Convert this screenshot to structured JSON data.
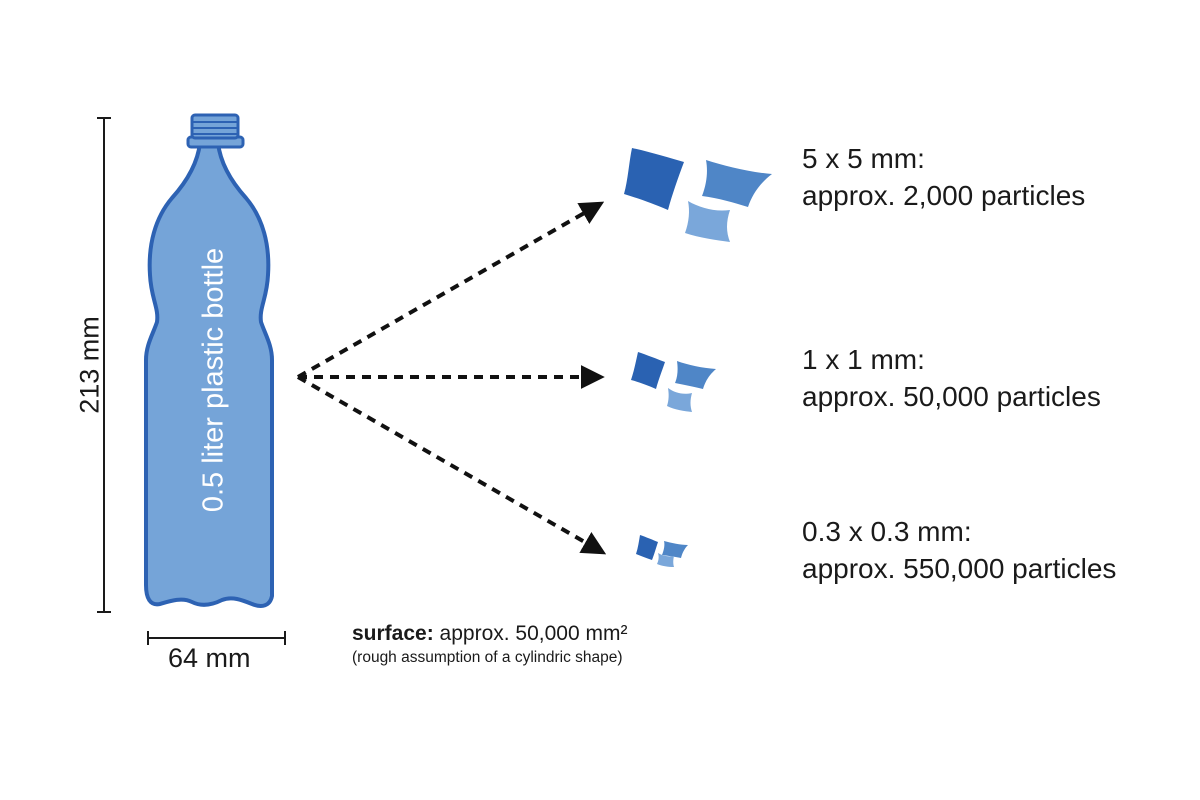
{
  "bottle": {
    "label": "0.5 liter plastic bottle",
    "height_label": "213 mm",
    "width_label": "64 mm"
  },
  "fragments": [
    {
      "size": "5 x 5 mm:",
      "count": "approx. 2,000 particles"
    },
    {
      "size": "1 x 1 mm:",
      "count": "approx. 50,000 particles"
    },
    {
      "size": "0.3 x 0.3 mm:",
      "count": "approx. 550,000 particles"
    }
  ],
  "surface": {
    "title": "surface:",
    "value": "approx. 50,000 mm²",
    "note": "(rough assumption of a cylindric shape)"
  },
  "colors": {
    "bottle_fill": "#75a4d8",
    "bottle_outline": "#2d62b3",
    "fragment_dark": "#2a62b2",
    "fragment_mid": "#4f86c7",
    "fragment_light": "#7aa7da",
    "arrow": "#111111"
  }
}
